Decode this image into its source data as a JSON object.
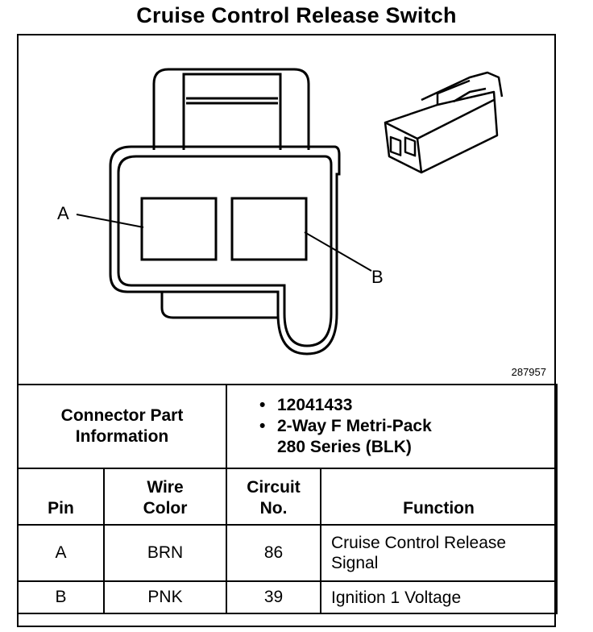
{
  "title": "Cruise Control Release Switch",
  "diagram": {
    "label_a": "A",
    "label_b": "B",
    "part_number": "287957"
  },
  "connector_info": {
    "label_line1": "Connector Part",
    "label_line2": "Information",
    "bullet_1": "12041433",
    "bullet_2_line1": "2-Way F Metri-Pack",
    "bullet_2_line2": "280 Series (BLK)"
  },
  "table": {
    "headers": {
      "pin": "Pin",
      "wire_line1": "Wire",
      "wire_line2": "Color",
      "circuit_line1": "Circuit",
      "circuit_line2": "No.",
      "function": "Function"
    },
    "rows": [
      {
        "pin": "A",
        "wire": "BRN",
        "circuit": "86",
        "function_line1": "Cruise Control Release",
        "function_line2": "Signal"
      },
      {
        "pin": "B",
        "wire": "PNK",
        "circuit": "39",
        "function_line1": "Ignition 1 Voltage",
        "function_line2": ""
      }
    ]
  }
}
